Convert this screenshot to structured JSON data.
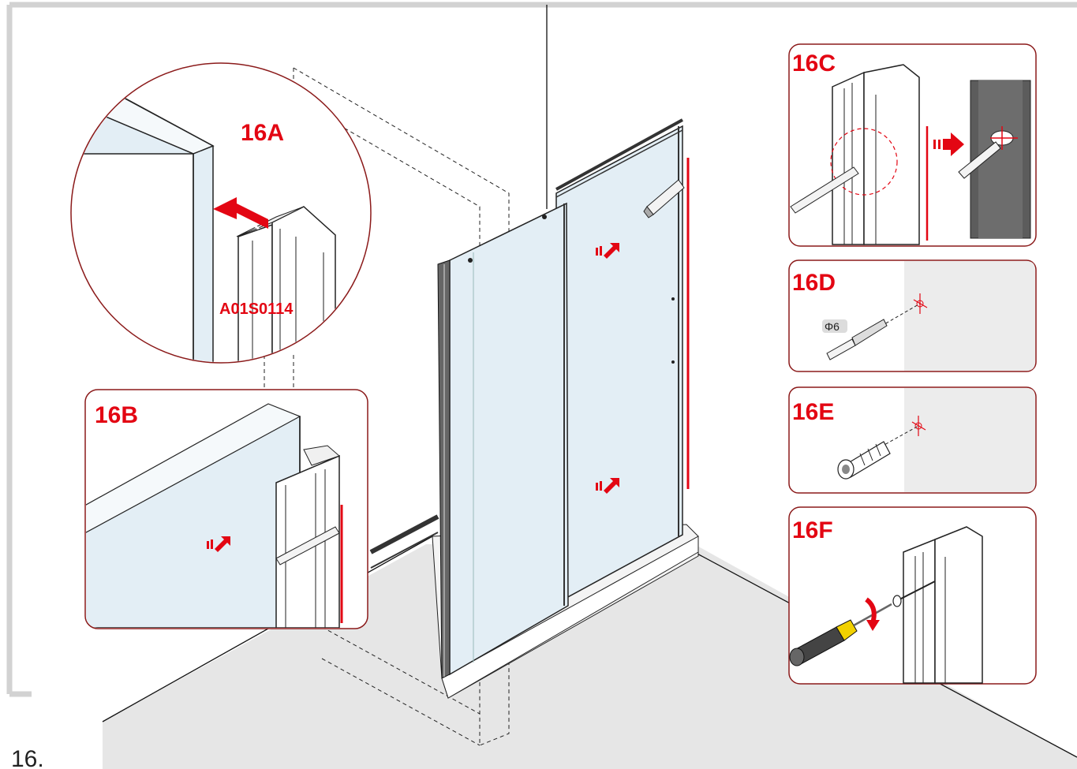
{
  "step_number": "16.",
  "detail_16a": {
    "label": "16A",
    "part_code": "A01S0114"
  },
  "detail_16b": {
    "label": "16B"
  },
  "detail_16c": {
    "label": "16C"
  },
  "detail_16d": {
    "label": "16D",
    "drill_size": "Φ6"
  },
  "detail_16e": {
    "label": "16E"
  },
  "detail_16f": {
    "label": "16F"
  },
  "colors": {
    "accent_red": "#e30613",
    "glass": "#e3eef5",
    "floor": "#e6e6e6",
    "frame_border": "#d2d2d2",
    "wall_shade": "#ececec",
    "profile_dark": "#5c5c5c"
  },
  "icons": [
    "pencil-icon",
    "drill-bit-icon",
    "wall-plug-icon",
    "screw-icon",
    "screwdriver-icon",
    "arrow-icon"
  ]
}
